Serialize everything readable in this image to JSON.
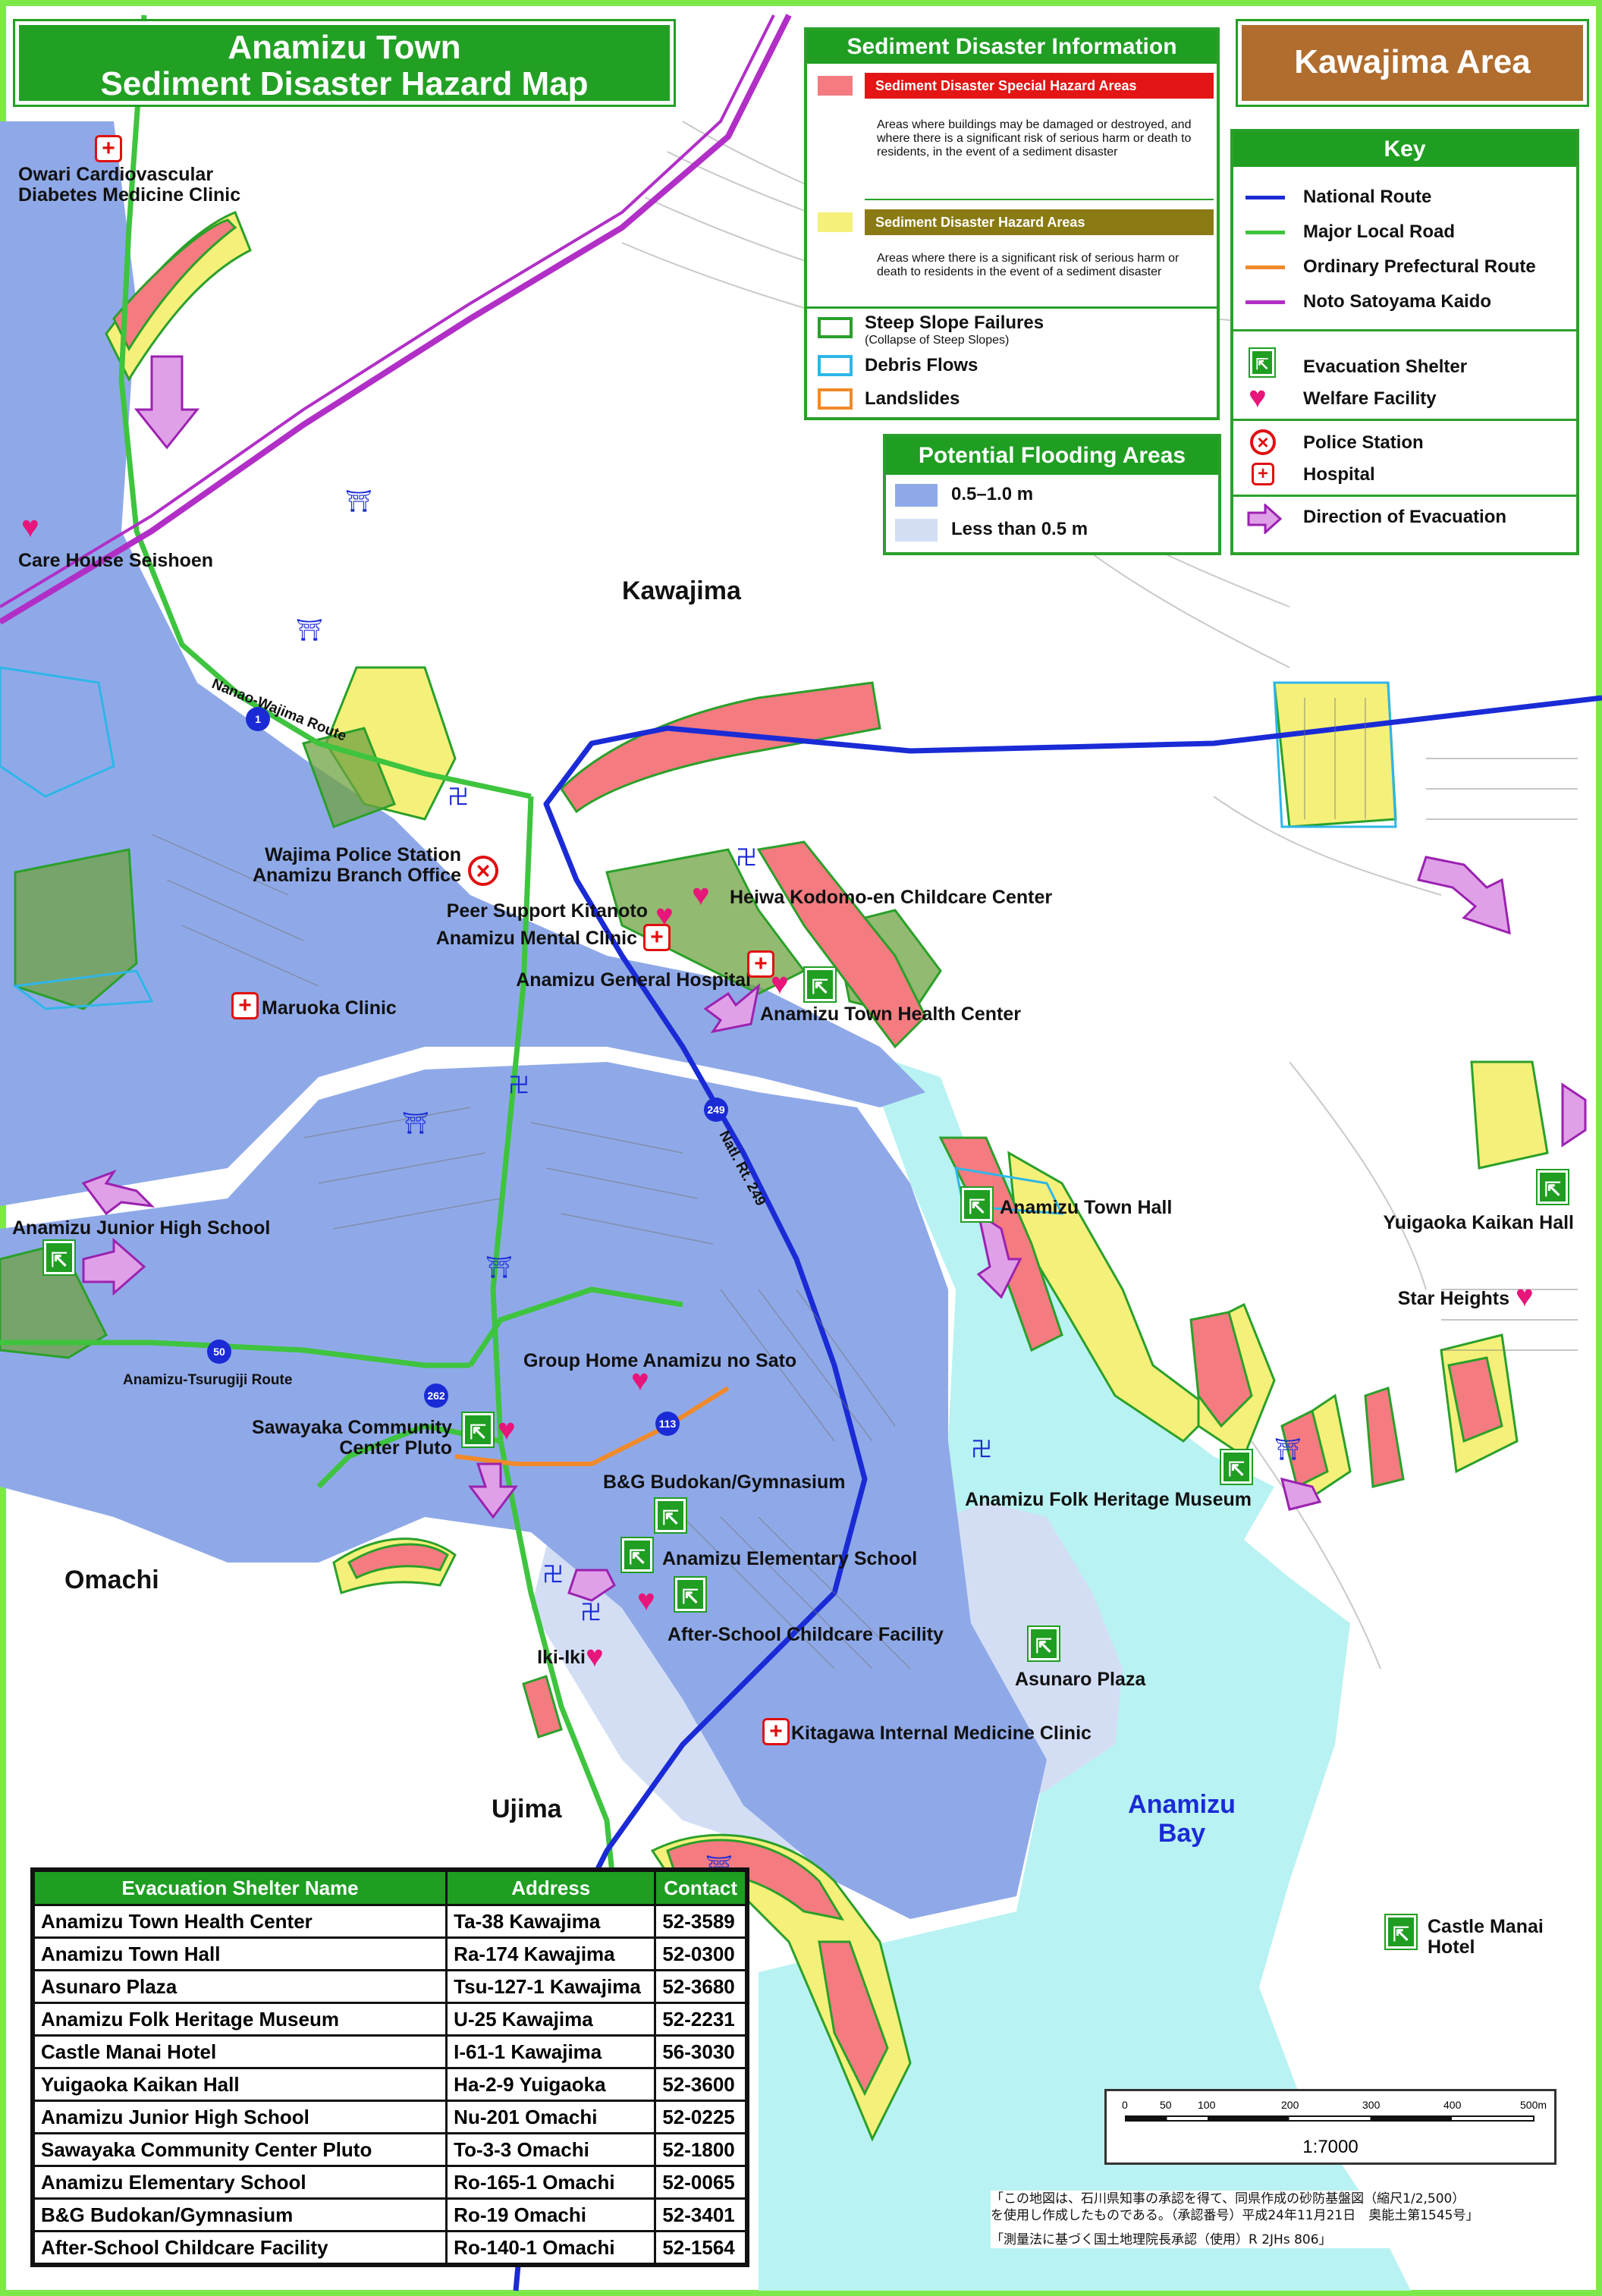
{
  "header": {
    "title_line1": "Anamizu Town",
    "title_line2": "Sediment Disaster Hazard Map",
    "area_name": "Kawajima Area"
  },
  "sediment_info": {
    "title": "Sediment Disaster Information",
    "special_label": "Sediment Disaster Special Hazard Areas",
    "special_desc": "Areas where buildings may be damaged or destroyed, and where there is a significant risk of serious harm or death to residents, in the event of a sediment disaster",
    "hazard_label": "Sediment Disaster Hazard Areas",
    "hazard_desc": "Areas where there is a significant risk of serious harm or death to residents in the event of a sediment disaster",
    "steep_label": "Steep Slope Failures",
    "steep_sub": "(Collapse of Steep Slopes)",
    "debris_label": "Debris Flows",
    "landslide_label": "Landslides",
    "colors": {
      "special": "#f47b80",
      "hazard": "#f5f07a",
      "steep": "#2aa02a",
      "debris": "#2fb6e8",
      "landslide": "#f08a2a"
    }
  },
  "flooding": {
    "title": "Potential Flooding Areas",
    "deep_label": "0.5–1.0 m",
    "shallow_label": "Less than 0.5 m",
    "colors": {
      "deep": "#8fa9e8",
      "shallow": "#d3def5"
    }
  },
  "key": {
    "title": "Key",
    "national_route": "National Route",
    "major_local_road": "Major Local Road",
    "prefectural_route": "Ordinary Prefectural Route",
    "satoyama": "Noto Satoyama Kaido",
    "evac_shelter": "Evacuation Shelter",
    "welfare": "Welfare Facility",
    "police": "Police Station",
    "hospital": "Hospital",
    "direction": "Direction of Evacuation",
    "colors": {
      "national": "#1a2bd6",
      "local": "#3ec43e",
      "prefectural": "#f08a2a",
      "satoyama": "#b12fc7"
    }
  },
  "map_labels": {
    "owari": "Owari Cardiovascular Diabetes Medicine Clinic",
    "owari_l1": "Owari Cardiovascular",
    "owari_l2": "Diabetes Medicine Clinic",
    "care_house": "Care House Seishoen",
    "kawajima": "Kawajima",
    "nanao_route": "Nanao-Wajima Route",
    "police_l1": "Wajima Police Station",
    "police_l2": "Anamizu Branch Office",
    "heiwa": "Heiwa Kodomo-en Childcare Center",
    "peer": "Peer Support Kitanoto",
    "mental": "Anamizu Mental Clinic",
    "general_hosp": "Anamizu General Hospital",
    "health_center": "Anamizu Town Health Center",
    "maruoka": "Maruoka Clinic",
    "natl_rt": "Natl. Rt. 249",
    "junior_high": "Anamizu Junior High School",
    "town_hall": "Anamizu Town Hall",
    "yuigaoka": "Yuigaoka Kaikan Hall",
    "star_heights": "Star Heights",
    "tsurugiji": "Anamizu-Tsurugiji Route",
    "group_home": "Group Home Anamizu no Sato",
    "sawayaka_l1": "Sawayaka Community",
    "sawayaka_l2": "Center Pluto",
    "bg": "B&G Budokan/Gymnasium",
    "folk": "Anamizu Folk Heritage Museum",
    "omachi": "Omachi",
    "elementary": "Anamizu Elementary School",
    "after_school": "After-School Childcare Facility",
    "ikiiki": "Iki-Iki",
    "asunaro": "Asunaro Plaza",
    "kitagawa": "Kitagawa Internal Medicine Clinic",
    "ujima": "Ujima",
    "bay_l1": "Anamizu",
    "bay_l2": "Bay",
    "castle_l1": "Castle Manai",
    "castle_l2": "Hotel",
    "route_1": "1",
    "route_249": "249",
    "route_50": "50",
    "route_262": "262",
    "route_113": "113"
  },
  "scale": {
    "ticks": [
      "0",
      "50",
      "100",
      "200",
      "300",
      "400",
      "500m"
    ],
    "ratio": "1:7000"
  },
  "credits": {
    "line1": "「この地図は、石川県知事の承認を得て、同県作成の砂防基盤図（縮尺1/2,500）",
    "line2": "を使用し作成したものである。（承認番号）平成24年11月21日　奥能土第1545号」",
    "line3": "「測量法に基づく国土地理院長承認（使用）R 2JHs 806」"
  },
  "shelters": {
    "headers": [
      "Evacuation Shelter Name",
      "Address",
      "Contact"
    ],
    "rows": [
      [
        "Anamizu Town Health Center",
        "Ta-38 Kawajima",
        "52-3589"
      ],
      [
        "Anamizu Town Hall",
        "Ra-174 Kawajima",
        "52-0300"
      ],
      [
        "Asunaro Plaza",
        "Tsu-127-1 Kawajima",
        "52-3680"
      ],
      [
        "Anamizu Folk Heritage Museum",
        "U-25 Kawajima",
        "52-2231"
      ],
      [
        "Castle Manai Hotel",
        "I-61-1 Kawajima",
        "56-3030"
      ],
      [
        "Yuigaoka Kaikan Hall",
        "Ha-2-9 Yuigaoka",
        "52-3600"
      ],
      [
        "Anamizu Junior High School",
        "Nu-201 Omachi",
        "52-0225"
      ],
      [
        "Sawayaka Community Center Pluto",
        "To-3-3 Omachi",
        "52-1800"
      ],
      [
        "Anamizu Elementary School",
        "Ro-165-1 Omachi",
        "52-0065"
      ],
      [
        "B&G Budokan/Gymnasium",
        "Ro-19 Omachi",
        "52-3401"
      ],
      [
        "After-School Childcare Facility",
        "Ro-140-1 Omachi",
        "52-1564"
      ]
    ]
  }
}
